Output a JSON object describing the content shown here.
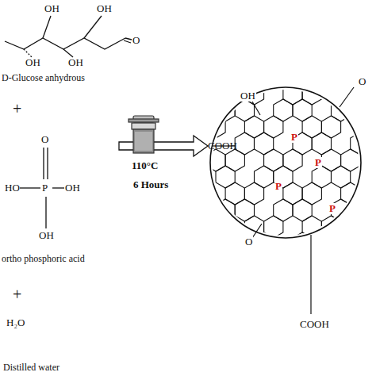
{
  "diagram": {
    "labels": [
      "OH",
      "OH",
      "O",
      "OH",
      "OH",
      "D-Glucose anhydrous",
      "+",
      "O",
      "HO",
      "P",
      "OH",
      "OH",
      "ortho phosphoric acid",
      "+",
      "H₂O",
      "Distilled water",
      "110°C",
      "6 Hours",
      "COOH",
      "OH",
      "P",
      "P",
      "P",
      "P",
      "O",
      "COOH",
      "O"
    ]
  }
}
